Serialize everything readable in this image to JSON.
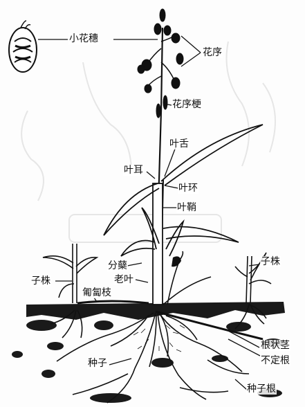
{
  "labels": {
    "spikelet": "小花穗",
    "panicle": "花序",
    "peduncle": "花序梗",
    "ligule": "叶舌",
    "auricle": "叶耳",
    "collar": "叶环",
    "sheath": "叶鞘",
    "tiller": "分蘖",
    "old_leaf": "老叶",
    "daughter_plant_left": "子株",
    "daughter_plant_right": "子株",
    "stolon": "匍匐枝",
    "rhizome": "根状茎",
    "adventitious_root": "不定根",
    "seed": "种子",
    "seminal_root": "种子根"
  },
  "colors": {
    "ink": "#111111",
    "soil": "#1a1a1a",
    "paper": "#fdfdfd"
  }
}
